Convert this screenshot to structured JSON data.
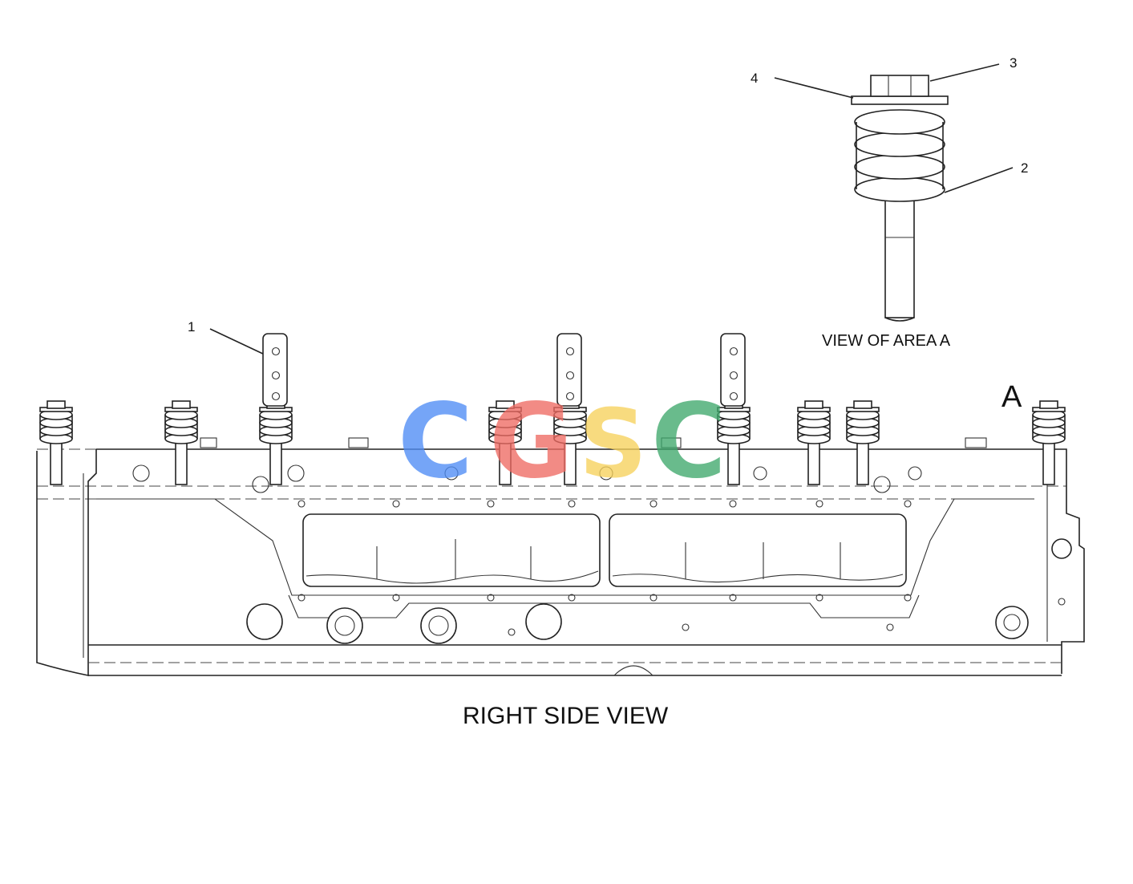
{
  "diagram": {
    "view_title": "RIGHT SIDE VIEW",
    "detail_caption": "VIEW OF AREA A",
    "area_marker": "A",
    "callouts": [
      {
        "number": "1"
      },
      {
        "number": "2"
      },
      {
        "number": "3"
      },
      {
        "number": "4"
      }
    ]
  },
  "watermark": {
    "letters": [
      {
        "char": "C",
        "color": "#4f8df5"
      },
      {
        "char": "G",
        "color": "#ef6b63"
      },
      {
        "char": "S",
        "color": "#f7d25c"
      },
      {
        "char": "C",
        "color": "#3fa96d"
      }
    ]
  }
}
